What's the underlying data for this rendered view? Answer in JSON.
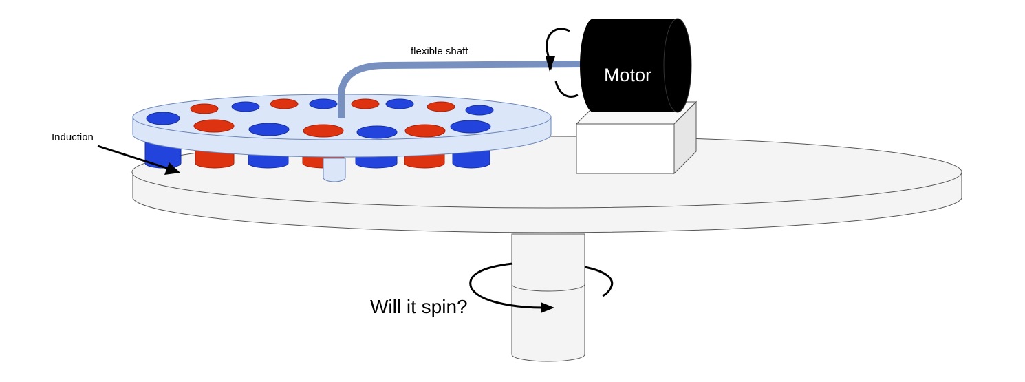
{
  "labels": {
    "flexible_shaft": "flexible shaft",
    "motor": "Motor",
    "induction": "Induction",
    "question": "Will it spin?"
  },
  "colors": {
    "magnet_red": "#dd3311",
    "magnet_blue": "#2244dd",
    "rotor_disc": "#dbe6f8",
    "shaft": "#7890c0",
    "motor_body": "#000000",
    "platform": "#f4f4f4"
  },
  "magnets": {
    "top_row": [
      "blue",
      "red",
      "blue",
      "red",
      "blue",
      "red",
      "blue",
      "red",
      "blue"
    ],
    "front_row": [
      "red",
      "blue",
      "red",
      "blue",
      "red",
      "blue"
    ],
    "under_row": [
      "blue",
      "red",
      "blue",
      "red",
      "blue",
      "red",
      "blue"
    ]
  }
}
